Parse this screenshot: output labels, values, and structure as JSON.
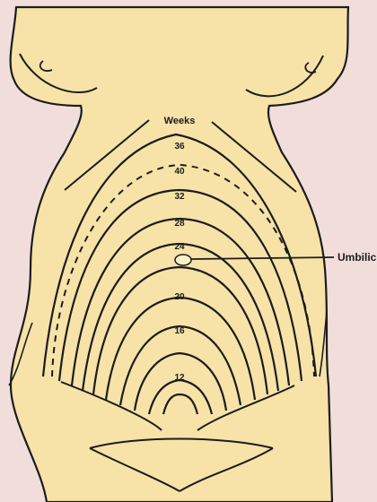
{
  "diagram": {
    "header_label": "Weeks",
    "week_labels": [
      "36",
      "40",
      "32",
      "28",
      "24",
      "20",
      "16",
      "12"
    ],
    "callout_label": "Umbilicus"
  },
  "colors": {
    "page_background": "#f1dedb",
    "body_fill": "#f7e2a8",
    "line_color": "#1c1c1c"
  }
}
